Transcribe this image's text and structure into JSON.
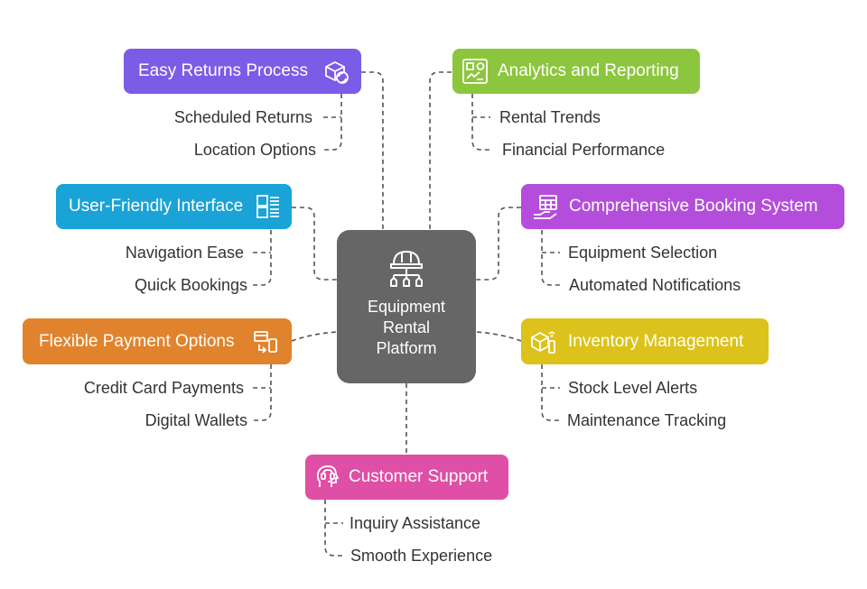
{
  "center": {
    "title_lines": [
      "Equipment",
      "Rental",
      "Platform"
    ],
    "icon": "hardhat-org-icon"
  },
  "branches": {
    "returns": {
      "label": "Easy Returns Process",
      "color": "#7B5CE6",
      "icon": "box-return-icon",
      "items": [
        "Scheduled Returns",
        "Location Options"
      ]
    },
    "interface": {
      "label": "User-Friendly Interface",
      "color": "#1AA3D6",
      "icon": "layout-list-icon",
      "items": [
        "Navigation Ease",
        "Quick Bookings"
      ]
    },
    "payment": {
      "label": "Flexible Payment Options",
      "color": "#E1832D",
      "icon": "card-phone-icon",
      "items": [
        "Credit Card Payments",
        "Digital Wallets"
      ]
    },
    "analytics": {
      "label": "Analytics and Reporting",
      "color": "#8CC63E",
      "icon": "dashboard-chart-icon",
      "items": [
        "Rental Trends",
        "Financial Performance"
      ]
    },
    "booking": {
      "label": "Comprehensive Booking System",
      "color": "#B44DDB",
      "icon": "calendar-hand-icon",
      "items": [
        "Equipment Selection",
        "Automated Notifications"
      ]
    },
    "inventory": {
      "label": "Inventory Management",
      "color": "#DCC21A",
      "icon": "boxes-signal-icon",
      "items": [
        "Stock Level Alerts",
        "Maintenance Tracking"
      ]
    },
    "support": {
      "label": "Customer Support",
      "color": "#DE4FA5",
      "icon": "headset-person-icon",
      "items": [
        "Inquiry Assistance",
        "Smooth Experience"
      ]
    }
  }
}
